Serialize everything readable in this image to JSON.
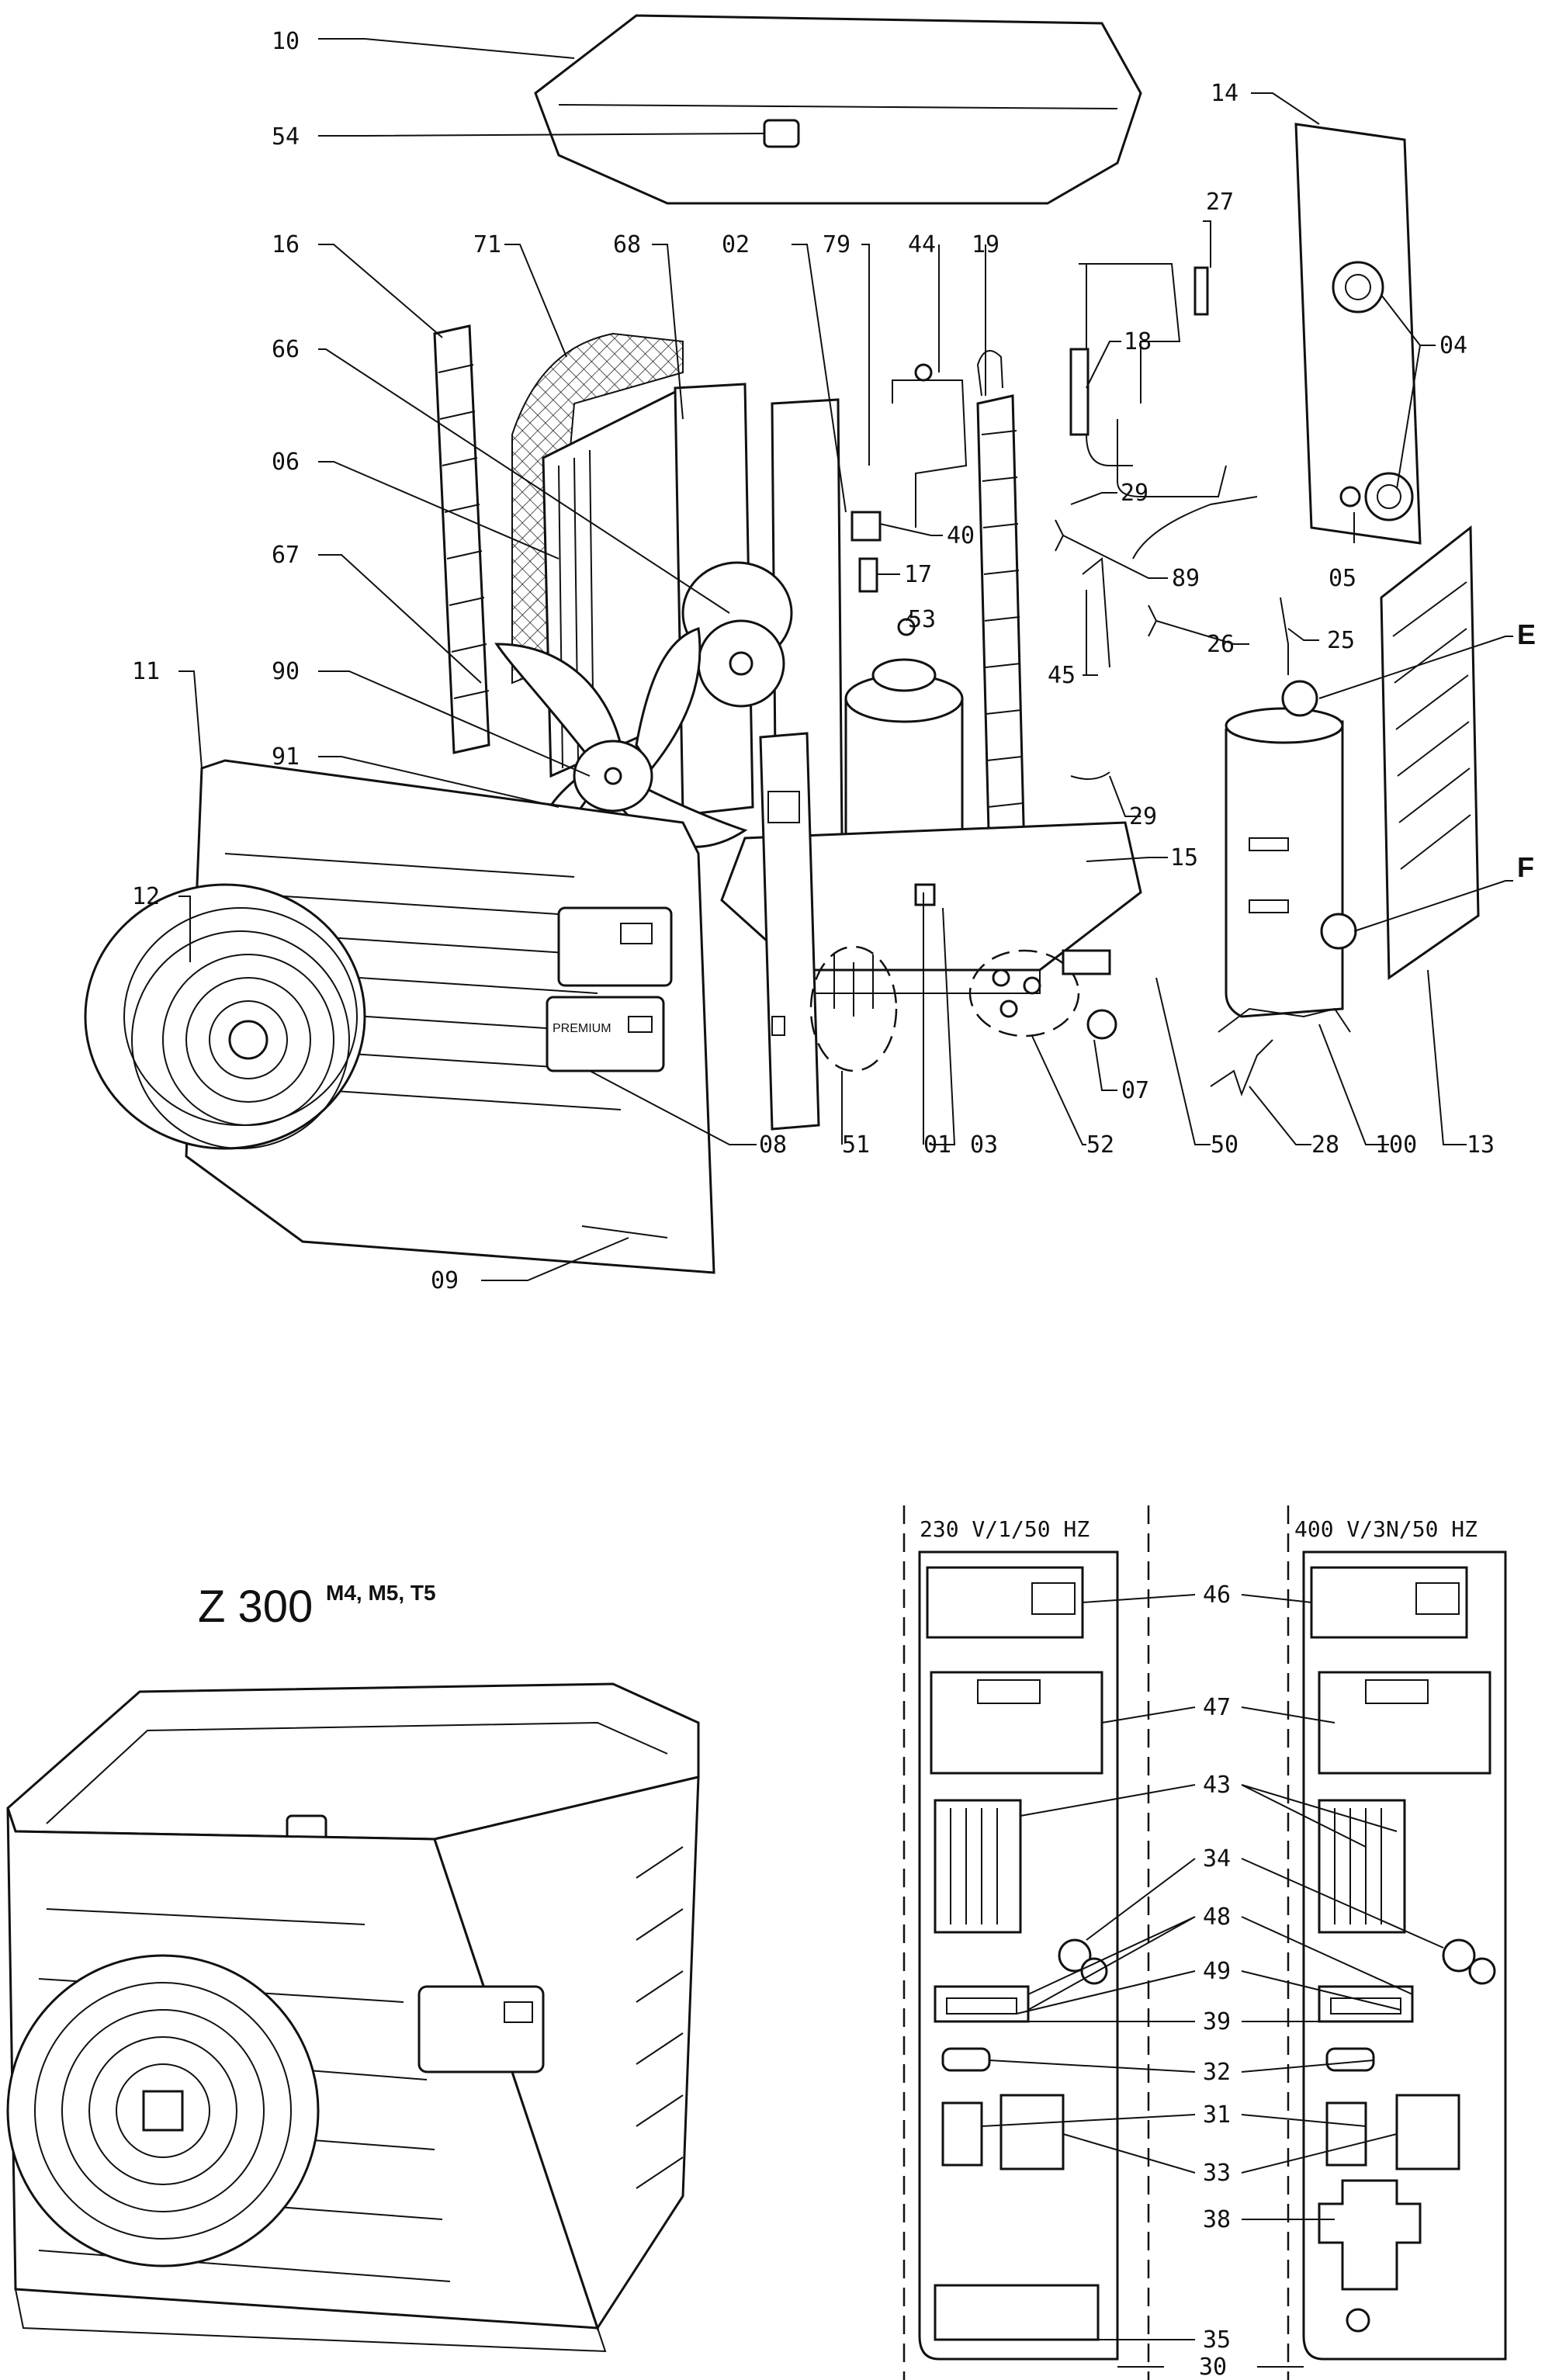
{
  "callouts": {
    "c10": "10",
    "c54": "54",
    "c14": "14",
    "c16": "16",
    "c71": "71",
    "c68": "68",
    "c02": "02",
    "c79": "79",
    "c44": "44",
    "c19": "19",
    "c27": "27",
    "c04": "04",
    "c18": "18",
    "c66": "66",
    "c06": "06",
    "c29a": "29",
    "c40": "40",
    "c89": "89",
    "c05": "05",
    "c67": "67",
    "c17": "17",
    "c53": "53",
    "c26": "26",
    "c25": "25",
    "c45": "45",
    "c11": "11",
    "c90": "90",
    "c91": "91",
    "c29b": "29",
    "c15": "15",
    "c12": "12",
    "c07": "07",
    "c08": "08",
    "c51": "51",
    "c01": "01",
    "c03": "03",
    "c52": "52",
    "c50": "50",
    "c28": "28",
    "c100": "100",
    "c13": "13",
    "c09": "09",
    "c46": "46",
    "c47": "47",
    "c43": "43",
    "c34": "34",
    "c48": "48",
    "c49": "49",
    "c39": "39",
    "c32": "32",
    "c31": "31",
    "c33": "33",
    "c38": "38",
    "c35": "35",
    "c30": "30"
  },
  "letters": {
    "e": "E",
    "f": "F"
  },
  "voltage": {
    "single_phase": "230 V/1/50 HZ",
    "three_phase": "400 V/3N/50 HZ"
  },
  "model": {
    "name": "Z 300",
    "variants": "M4, M5, T5"
  },
  "labels": {
    "premium": "PREMIUM"
  },
  "colors": {
    "ink": "#111111",
    "paper": "#ffffff"
  }
}
